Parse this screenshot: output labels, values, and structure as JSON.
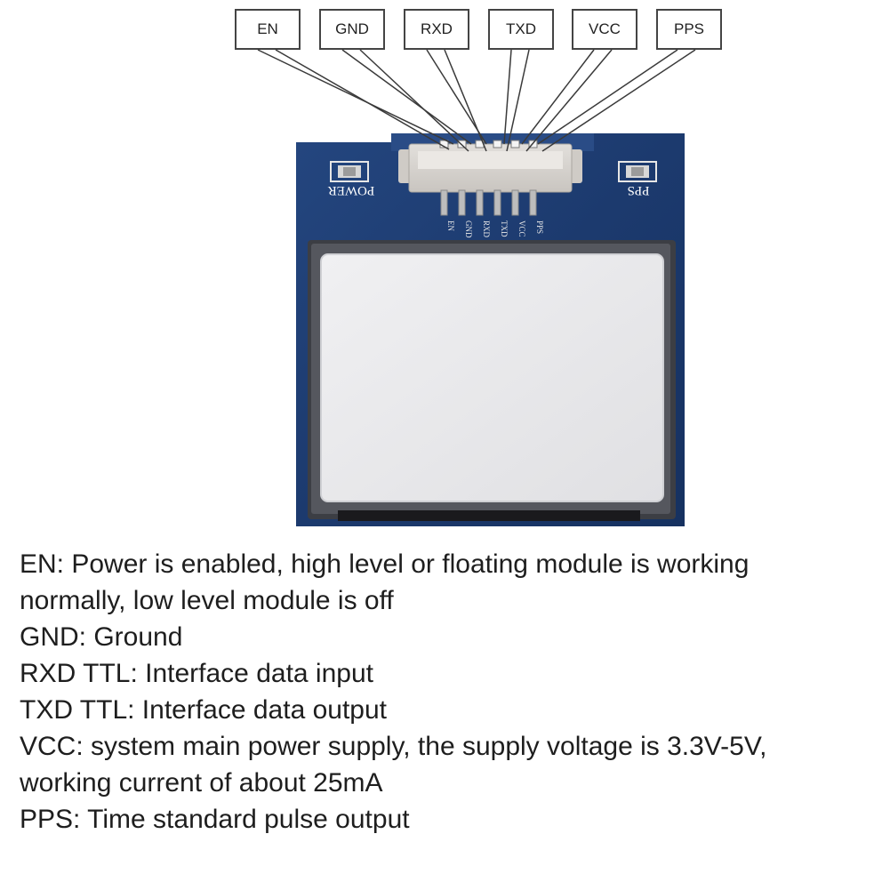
{
  "pins": [
    {
      "label": "EN"
    },
    {
      "label": "GND"
    },
    {
      "label": "RXD"
    },
    {
      "label": "TXD"
    },
    {
      "label": "VCC"
    },
    {
      "label": "PPS"
    }
  ],
  "board": {
    "power_label": "POWER",
    "pps_label": "PPS",
    "silk_pins": [
      "EN",
      "GND",
      "RXD",
      "TXD",
      "VCC",
      "PPS"
    ],
    "colors": {
      "pcb": "#1c3a6e",
      "antenna": "#e4e4e6",
      "connector": "#d6d3cf"
    }
  },
  "description": {
    "lines": [
      "EN: Power is enabled, high level or floating module is working",
      "normally, low level module is off",
      "GND: Ground",
      "RXD TTL: Interface data input",
      "TXD TTL: Interface data output",
      "VCC: system main power supply, the supply voltage is 3.3V-5V,",
      "working current of about 25mA",
      "PPS: Time standard pulse output"
    ]
  }
}
